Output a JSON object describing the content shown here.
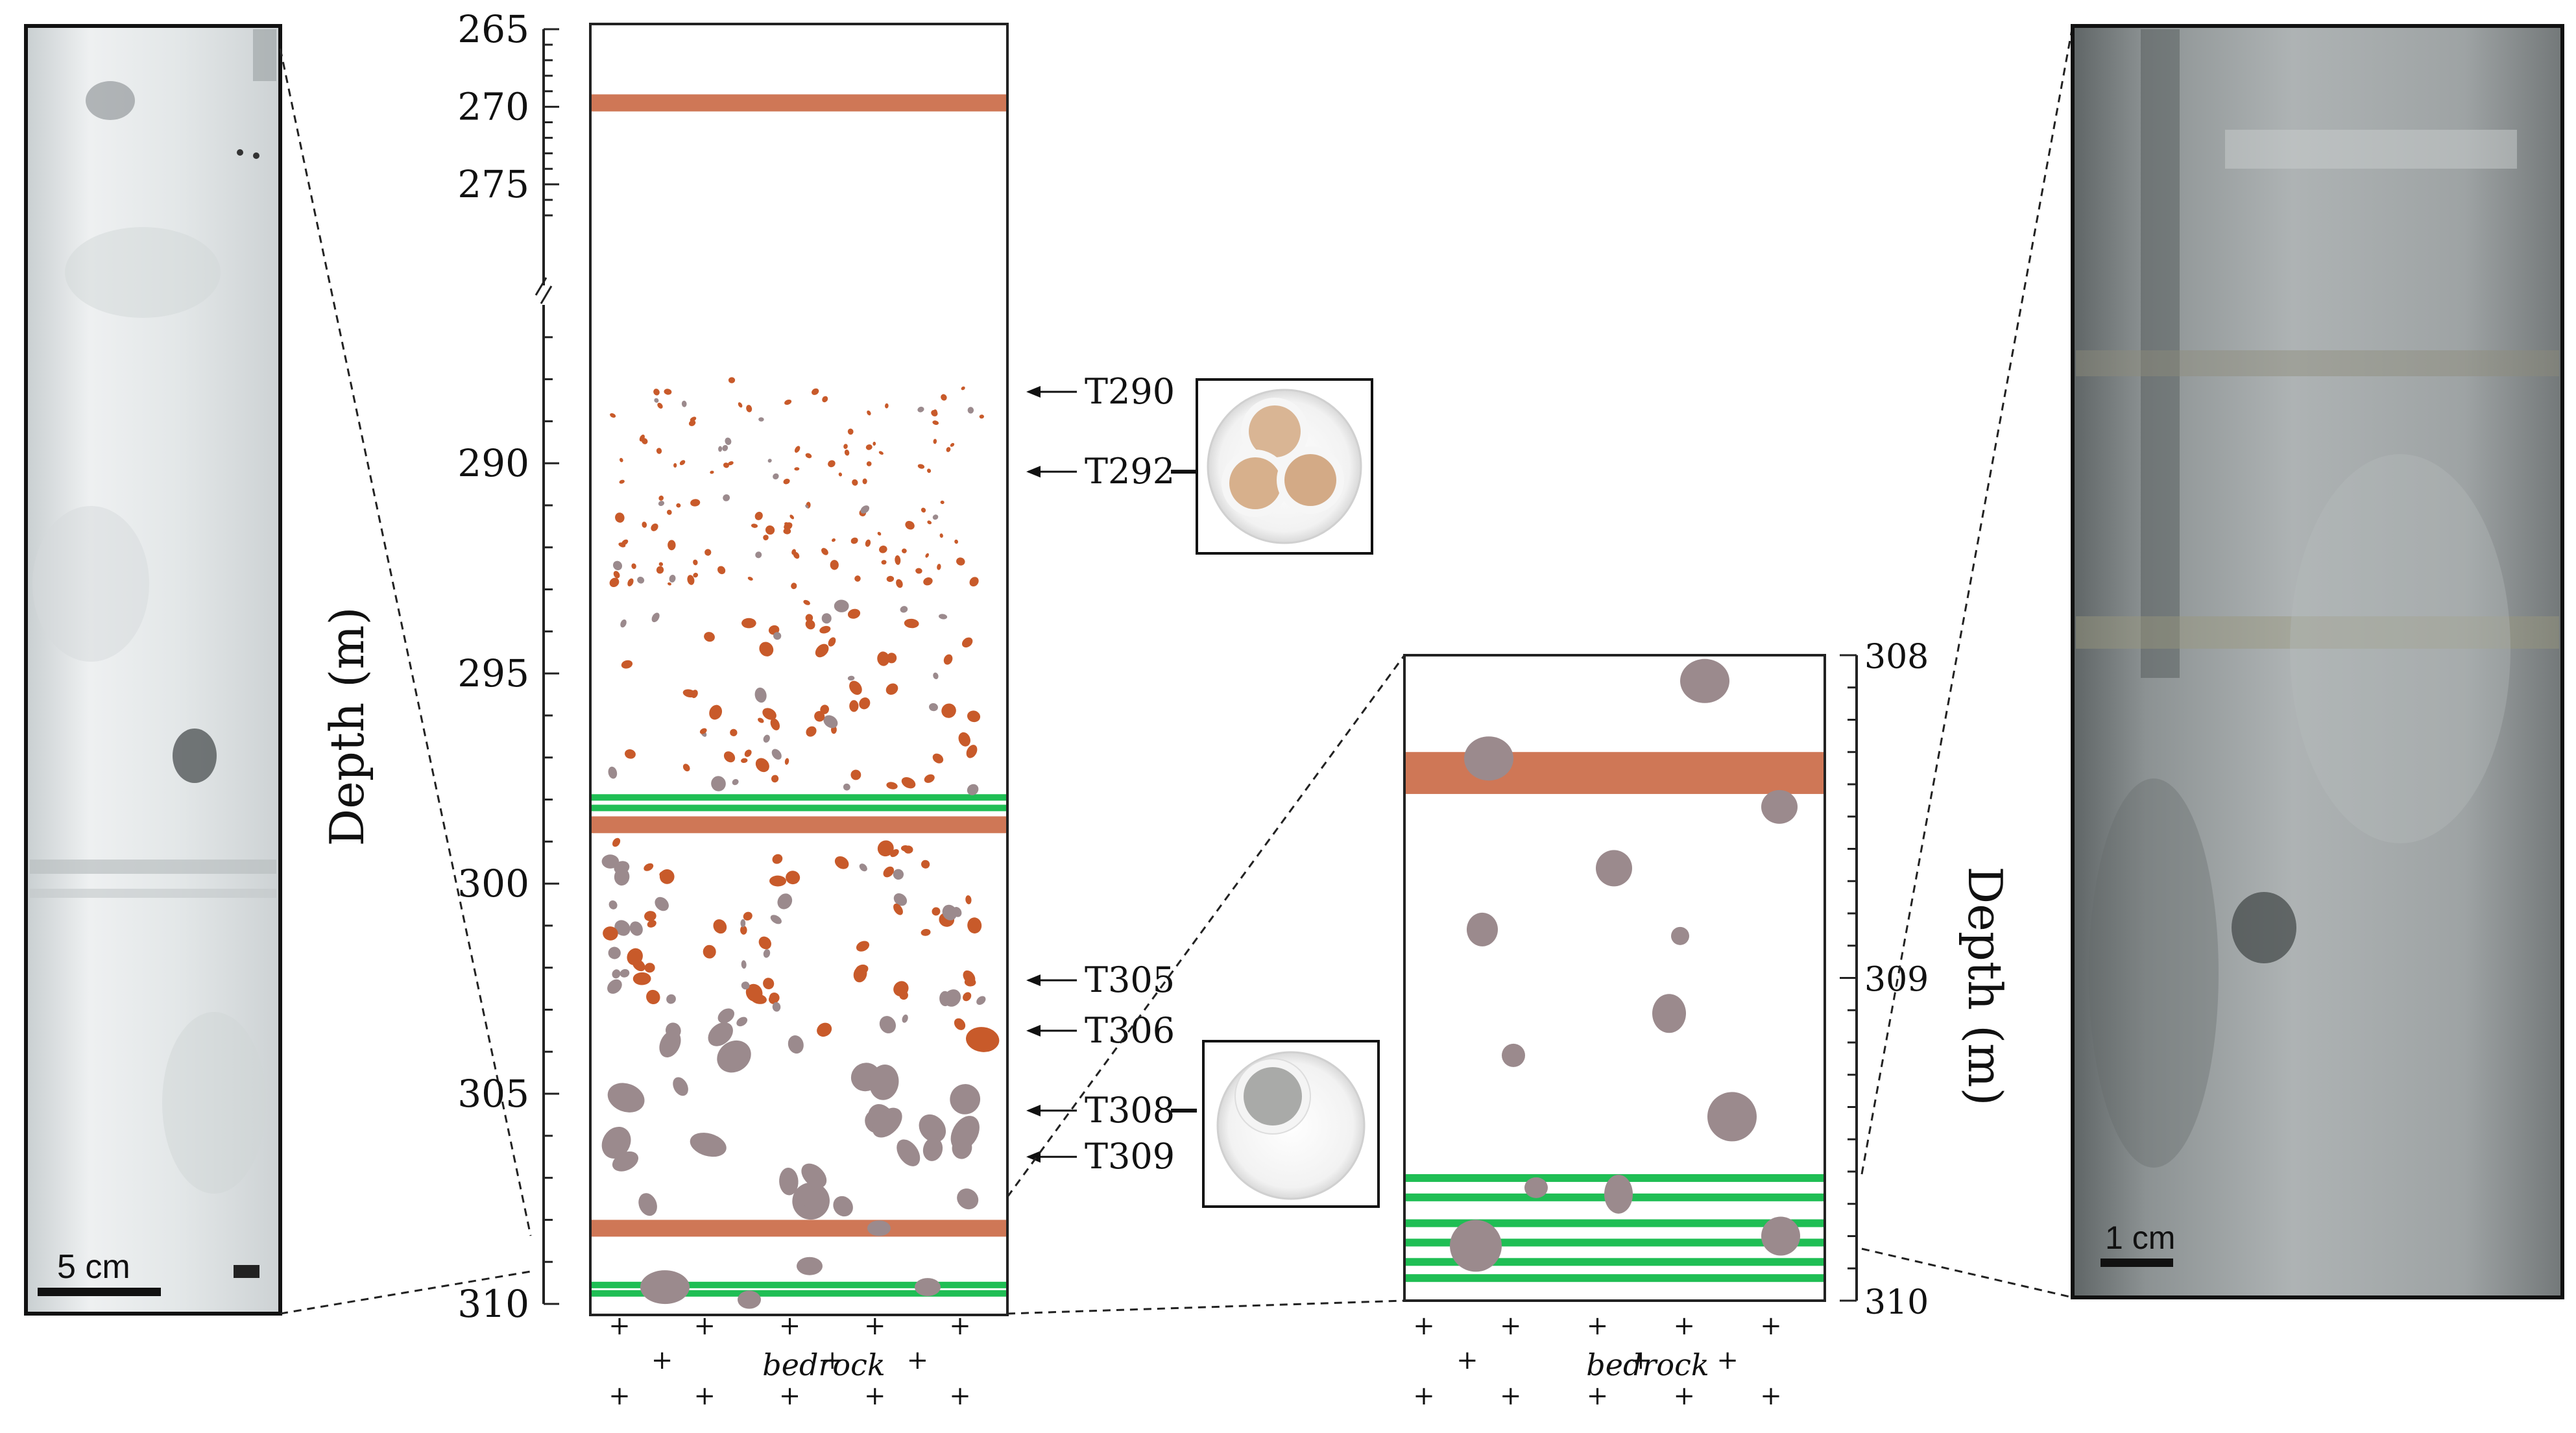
{
  "colors": {
    "orange_band": "#cf7756",
    "green_band": "#1fbe54",
    "clast_grey": "#9b8a8d",
    "clast_orange": "#c85a2a",
    "frame": "#111111",
    "ice_left_light": "#e8ebec",
    "ice_right_dark": "#6f7475"
  },
  "left_photo": {
    "scale_label": "5 cm",
    "icon": "ice-core-photo"
  },
  "main_column": {
    "axis_label": "Depth (m)",
    "ticks_upper": [
      "265",
      "270",
      "275"
    ],
    "ticks_lower": [
      "290",
      "295",
      "300",
      "305",
      "310"
    ],
    "depth_range_upper": [
      265,
      277
    ],
    "depth_range_lower": [
      286,
      310
    ],
    "orange_bands_m": [
      [
        269.2,
        270.3
      ],
      [
        298.4,
        298.8
      ],
      [
        308.0,
        308.4
      ]
    ],
    "green_lines_m": [
      297.95,
      298.2,
      309.55,
      309.75
    ],
    "base_label": "bedrock"
  },
  "samples": [
    {
      "id": "T290",
      "depth_m": 288.3,
      "has_photo": false
    },
    {
      "id": "T292",
      "depth_m": 290.2,
      "has_photo": true
    },
    {
      "id": "T305",
      "depth_m": 302.3,
      "has_photo": false
    },
    {
      "id": "T306",
      "depth_m": 303.5,
      "has_photo": false
    },
    {
      "id": "T308",
      "depth_m": 305.4,
      "has_photo": true
    },
    {
      "id": "T309",
      "depth_m": 306.5,
      "has_photo": false
    }
  ],
  "zoom_column": {
    "axis_label": "Depth (m)",
    "ticks": [
      "308",
      "309",
      "310"
    ],
    "depth_range": [
      308,
      310
    ],
    "orange_band_m": [
      308.3,
      308.43
    ],
    "green_lines_m": [
      309.62,
      309.68,
      309.76,
      309.82,
      309.88,
      309.93
    ],
    "base_label": "bedrock"
  },
  "right_photo": {
    "scale_label": "1 cm",
    "icon": "ice-core-closeup-photo"
  }
}
